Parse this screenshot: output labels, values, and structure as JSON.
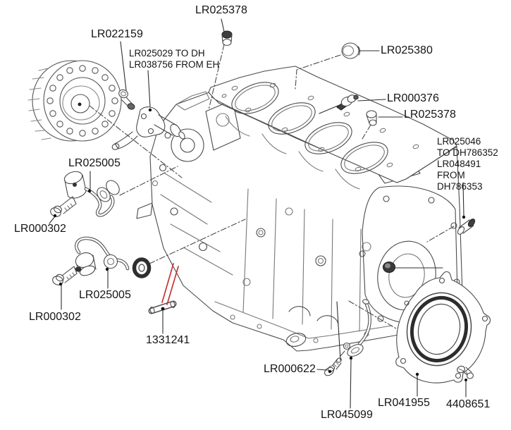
{
  "diagram": {
    "type": "exploded-parts-diagram",
    "subject": "Engine cylinder block and attached parts",
    "background": "#ffffff",
    "colors": {
      "line": "#4a4a4a",
      "text": "#141414",
      "leader": "#2e2e2e",
      "red_pointer": "#c43535"
    },
    "callouts": [
      {
        "id": "plug-top",
        "text": "LR025378"
      },
      {
        "id": "sensor-bolt",
        "text": "LR022159"
      },
      {
        "id": "crank-sensor",
        "text": "LR025029 TO DH\nLR038756 FROM EH"
      },
      {
        "id": "cup-plug",
        "text": "LR025380"
      },
      {
        "id": "temp-sensor",
        "text": "LR000376"
      },
      {
        "id": "plug-right",
        "text": "LR025378"
      },
      {
        "id": "dowel",
        "text": "LR025046\nTO DH786352\nLR048491\nFROM DH786353"
      },
      {
        "id": "oil-jet-upper",
        "text": "LR025005"
      },
      {
        "id": "jet-bolt-upper",
        "text": "LR000302"
      },
      {
        "id": "oil-jet-lower",
        "text": "LR025005"
      },
      {
        "id": "jet-bolt-lower",
        "text": "LR000302"
      },
      {
        "id": "pin",
        "text": "1331241"
      },
      {
        "id": "pickup-bolt",
        "text": "LR000622"
      },
      {
        "id": "oil-pickup",
        "text": "LR045099"
      },
      {
        "id": "rear-seal-plate",
        "text": "LR041955"
      },
      {
        "id": "plate-bolt",
        "text": "4408651"
      }
    ]
  }
}
